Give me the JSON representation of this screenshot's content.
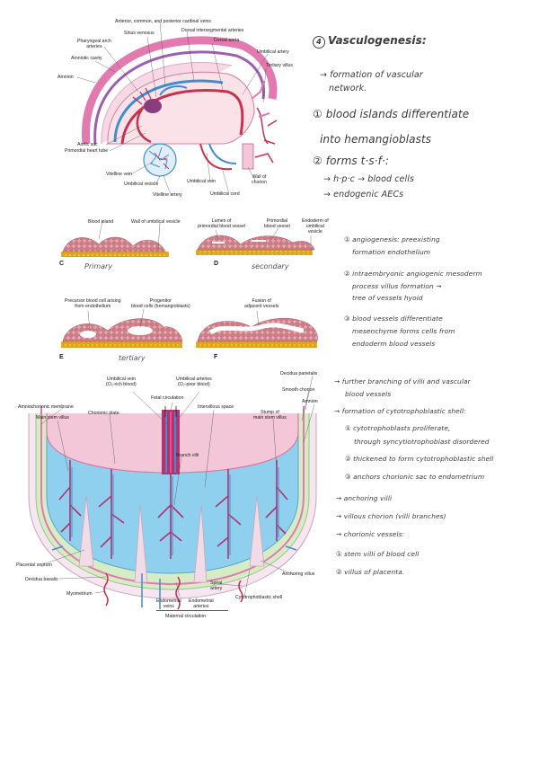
{
  "figure1": {
    "labels": {
      "cardinal_veins": "Anterior, common, and posterior cardinal veins",
      "sinus_venosus": "Sinus venosus",
      "intersegmental": "Dorsal intersegmental arteries",
      "pharyngeal": "Pharyngeal arch\narteries",
      "dorsal_aorta": "Dorsal aorta",
      "amniotic_cavity": "Amniotic cavity",
      "umbilical_artery": "Umbilical artery",
      "amnion": "Amnion",
      "tertiary_villus": "Tertiary villus",
      "aortic_sac": "Aortic sac",
      "heart_tube": "Primordial heart tube",
      "vitelline_vein": "Vitelline vein",
      "umbilical_vesicle": "Umbilical vesicle",
      "umbilical_vein": "Umbilical vein",
      "wall_chorion": "Wall of\nchorion",
      "vitelline_artery": "Vitelline artery",
      "umbilical_cord": "Umbilical cord"
    }
  },
  "notes1": {
    "heading": "Vasculogenesis:",
    "lines": [
      "→ formation of vascular",
      "network.",
      "① blood islands differentiate",
      "into hemangioblasts",
      "② forms t·s·f·:",
      "→ h·p·c → blood cells",
      "→ endogenic AECs"
    ]
  },
  "figure2": {
    "labels": {
      "blood_island": "Blood island",
      "wall_vesicle": "Wall of umbilical vesicle",
      "lumen": "Lumen of\nprimordial blood vessel",
      "primordial_vessel": "Primordial\nblood vessel",
      "endoderm": "Endoderm of\numbilical\nvesicle",
      "precursor": "Precursor blood cell arising\nfrom endothelium",
      "progenitor": "Progenitor\nblood cells (hemangioblasts)",
      "fusion": "Fusion of\nadjacent vessels"
    },
    "letters": [
      "C",
      "D",
      "E",
      "F"
    ],
    "captions": [
      "Primary",
      "secondary",
      "tertiary",
      ""
    ]
  },
  "notes2": {
    "items": [
      "① angiogenesis: preexisting",
      "formation endothelium",
      "② intraembryonic angiogenic mesoderm",
      "process villus formation →",
      "tree of vessels hyoid",
      "③ blood vessels differentiate",
      "mesenchyme forms cells from",
      "endoderm blood vessels"
    ]
  },
  "figure3": {
    "labels": {
      "umbilical_vein": "Umbilical vein\n(O₂-rich blood)",
      "umbilical_arteries": "Umbilical arteries\n(O₂-poor blood)",
      "decidua_parietalis": "Decidua parietalis",
      "amniochorionic": "Amniochorionic membrane",
      "fetal_circulation": "Fetal circulation",
      "smooth_chorion": "Smooth chorion",
      "chorionic_plate": "Chorionic plate",
      "intervillous": "Intervillous space",
      "amnion": "Amnion",
      "main_stem": "Main stem villus",
      "stump": "Stump of\nmain stem villus",
      "branch_villi": "Branch villi",
      "placental_septum": "Placental septum",
      "anchoring_villus": "Anchoring villus",
      "decidua_basalis": "Decidua basalis",
      "spiral_artery": "Spiral\nartery",
      "cytotrophoblastic": "Cytotrophoblastic shell",
      "myometrium": "Myometrium",
      "endometrial_veins": "Endometrial\nveins",
      "endometrial_arteries": "Endometrial\narteries",
      "maternal_circulation": "Maternal circulation"
    }
  },
  "notes3": {
    "lines": [
      "→ further branching of villi and vascular",
      "blood vessels",
      "→ formation of cytotrophoblastic shell:",
      "① cytotrophoblasts proliferate,",
      "through syncytiotrophoblast disordered",
      "② thickened to form cytotrophoblastic shell",
      "③ anchors chorionic sac to endometrium",
      "→ anchoring villi",
      "→ villous chorion (villi branches)",
      "→ chorionic vessels:",
      "① stem villi of blood cell",
      "② villus of placenta."
    ]
  },
  "colors": {
    "artery": "#c8324e",
    "vein": "#3f8fd0",
    "amnion_pink": "#e27ab0",
    "tissue_pink": "#f3c6d8",
    "intervillous_blue": "#8fd0ef",
    "decidua_green": "#d6ecc5",
    "cell_pink": "#d98c95",
    "yellow": "#f0c030"
  }
}
